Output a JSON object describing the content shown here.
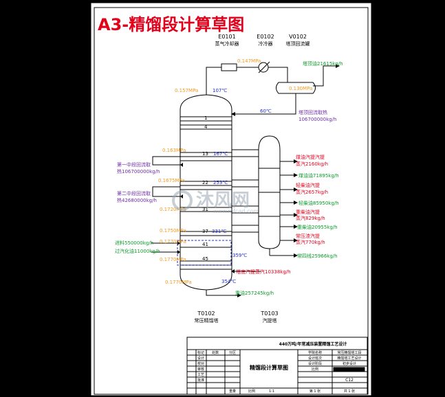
{
  "title": "A3-精馏段计算草图",
  "equipment": {
    "e0101_tag": "E0101",
    "e0101_name": "蒸气冷却器",
    "e0102_tag": "E0102",
    "e0102_name": "冷冷器",
    "v0102_tag": "V0102",
    "v0102_name": "塔顶回流罐",
    "t0102_tag": "T0102",
    "t0102_name": "常压精馏塔",
    "t0103_tag": "T0103",
    "t0103_name": "汽提塔"
  },
  "pressures": {
    "p_147": "0.147MPa",
    "p_157": "0.157MPa",
    "p_130": "0.130MPa",
    "p_163": "0.163MPa",
    "p_1675": "0.1675MPa",
    "p_1720": "0.1720MPa",
    "p_1750": "0.1750MPa",
    "p_1770a": "0.1770MPa",
    "p_1770b": "0.1770MPa",
    "p_1770c": "0.1770MPa"
  },
  "temperatures": {
    "t_top": "107℃",
    "t_reflux": "60℃",
    "t_13": "167℃",
    "t_22": "253℃",
    "t_37": "331℃",
    "t_bottom": "359℃",
    "t_354": "354℃"
  },
  "trays": {
    "n1": "1",
    "n4": "4",
    "n13": "13",
    "n22": "22",
    "n31": "31",
    "n37": "37",
    "n41": "41",
    "n45": "45"
  },
  "streams": {
    "gasoline": "塔顶油21615kg/h",
    "top_reflux_heat_1": "塔顶回流取热",
    "top_reflux_heat_2": "106700000kg/h",
    "kerosene_steam": "煤油汽提汽提",
    "kerosene_steam_2": "蒸汽2160kg/h",
    "kerosene": "煤油油71895kg/h",
    "light_diesel_steam": "轻柴油汽提",
    "light_diesel_steam_2": "蒸汽2657kg/h",
    "light_diesel": "轻柴油85950kg/h",
    "heavy_diesel_steam": "重柴油汽提",
    "heavy_diesel_steam_2": "蒸汽829kg/h",
    "heavy_diesel": "重柴油20955kg/h",
    "bottom_steam": "常压渣汽提",
    "bottom_steam_2": "蒸汽770kg/h",
    "atm_gasoil": "常四线25966kg/h",
    "first_reflux": "第一中段回流取",
    "first_reflux_2": "热106700000kg/h",
    "second_reflux": "第二中段回流取",
    "second_reflux_2": "热42680000kg/h",
    "feed": "进料550000kg/h",
    "over_vapor": "过汽化油11000kg/h",
    "bottom_strip_steam": "塔底汽提蒸汽10338kg/h",
    "residue": "重油257245kg/h"
  },
  "watermark": {
    "name": "沐风网",
    "url": "www.mfcad.com"
  },
  "title_block": {
    "project": "440万吨/年常减压装置精馏工艺设计",
    "drawing": "精馏段计算草图",
    "h_mark": "标记",
    "h_count": "处数",
    "h_zone": "分区",
    "r_design": "设计",
    "r_check": "校对",
    "r_review": "审核",
    "r_process": "工艺",
    "r_approve": "批准",
    "c_school": "学院名称",
    "c_school_v": "常压精馏塔工段",
    "c_major": "设计班次",
    "c_major_v": "精馏塔工艺设计",
    "c_stage": "设计阶段",
    "c_stage_v": "初步设计",
    "c_scale": "比例",
    "c_num": "C12",
    "b_scale": "比例",
    "b_ratio": "1:1",
    "b_sheet": "第 1 张",
    "b_total": "共 1 张",
    "b_weight": "重量"
  }
}
